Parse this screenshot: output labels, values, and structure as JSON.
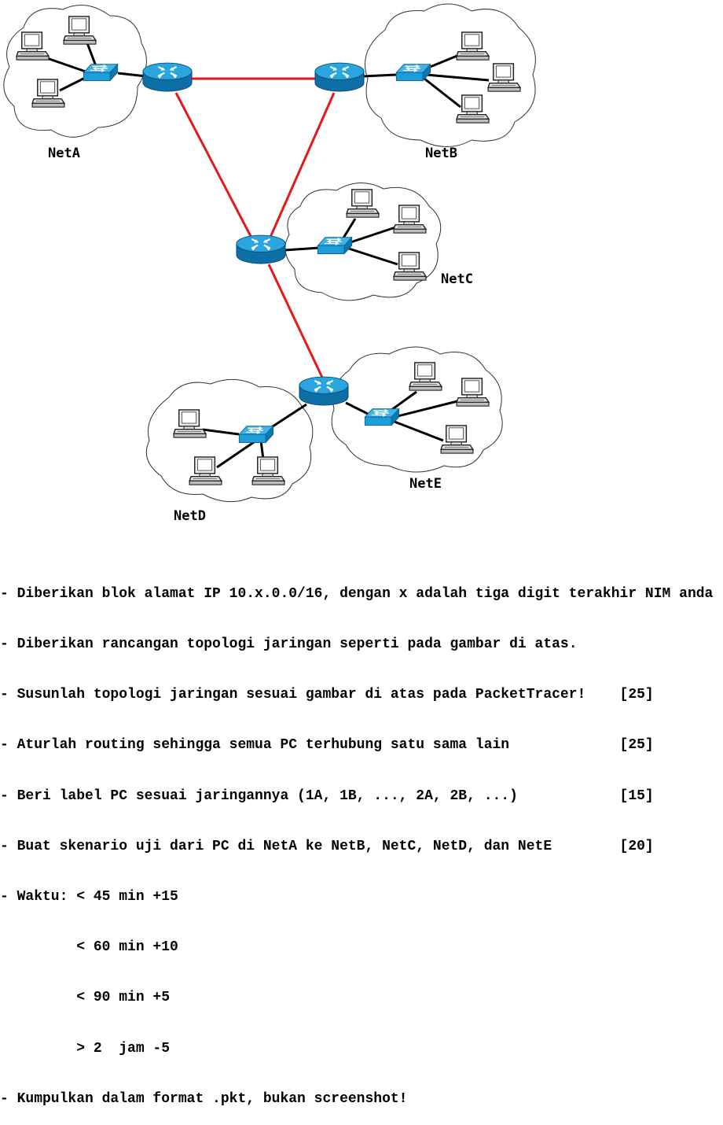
{
  "networks": [
    {
      "id": "NetA",
      "label": "NetA"
    },
    {
      "id": "NetB",
      "label": "NetB"
    },
    {
      "id": "NetC",
      "label": "NetC"
    },
    {
      "id": "NetD",
      "label": "NetD"
    },
    {
      "id": "NetE",
      "label": "NetE"
    }
  ],
  "icons": {
    "router": "router-icon",
    "switch": "switch-icon",
    "pc": "pc-icon",
    "cloud": "network-cloud"
  },
  "colors": {
    "wan_link": "#e4191a",
    "lan_link": "#000000",
    "device_blue": "#1c9ed8",
    "device_dark": "#0a5f8f"
  },
  "instructions": [
    "- Diberikan blok alamat IP 10.x.0.0/16, dengan x adalah tiga digit terakhir NIM anda",
    "- Diberikan rancangan topologi jaringan seperti pada gambar di atas.",
    "- Susunlah topologi jaringan sesuai gambar di atas pada PacketTracer!    [25]",
    "- Aturlah routing sehingga semua PC terhubung satu sama lain             [25]",
    "- Beri label PC sesuai jaringannya (1A, 1B, ..., 2A, 2B, ...)            [15]",
    "- Buat skenario uji dari PC di NetA ke NetB, NetC, NetD, dan NetE        [20]",
    "- Waktu: < 45 min +15",
    "         < 60 min +10",
    "         < 90 min +5",
    "         > 2  jam -5",
    "- Kumpulkan dalam format .pkt, bukan screenshot!"
  ]
}
